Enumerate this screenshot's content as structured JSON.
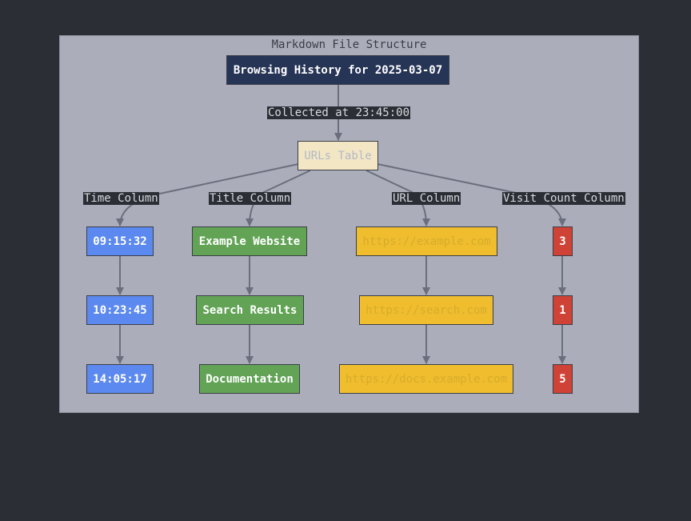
{
  "diagram": {
    "cluster_title": "Markdown File Structure",
    "root": "Browsing History for 2025-03-07",
    "root_edge_label": "Collected at 23:45:00",
    "table": "URLs Table",
    "columns": {
      "time": {
        "label": "Time Column",
        "items": [
          "09:15:32",
          "10:23:45",
          "14:05:17"
        ]
      },
      "title": {
        "label": "Title Column",
        "items": [
          "Example Website",
          "Search Results",
          "Documentation"
        ]
      },
      "url": {
        "label": "URL Column",
        "items": [
          "https://example.com",
          "https://search.com",
          "https://docs.example.com"
        ]
      },
      "count": {
        "label": "Visit Count Column",
        "items": [
          "3",
          "1",
          "5"
        ]
      }
    },
    "colors": {
      "background": "#2c2e35",
      "cluster": "#abaeba",
      "root": "#263456",
      "table": "#f2e6c5",
      "time": "#5c89f0",
      "title": "#62a356",
      "url": "#efbd2d",
      "count": "#cf4236",
      "edge": "#6b6e7d"
    }
  }
}
